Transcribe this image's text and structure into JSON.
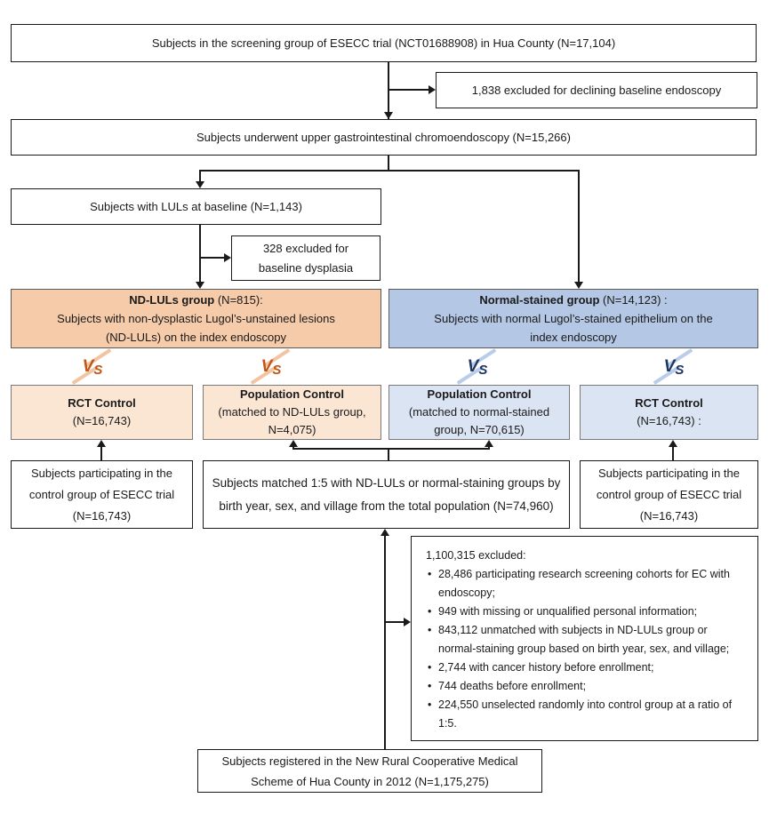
{
  "title": "ESECC trial subject flow diagram",
  "colors": {
    "nd_luls_group_fill": "#f6cbaa",
    "nd_luls_control_fill": "#fbe6d4",
    "normal_group_fill": "#b4c7e4",
    "normal_control_fill": "#dbe4f2",
    "vs_orange": "#c05717",
    "vs_blue": "#1e3660",
    "line": "#1a1a1a"
  },
  "vs": {
    "v": "V",
    "s": "S"
  },
  "flow": {
    "screening": {
      "text": "Subjects in the screening group of ESECC trial (NCT01688908) in Hua County (N=17,104)"
    },
    "excluded_baseline": {
      "text": "1,838 excluded for declining baseline endoscopy"
    },
    "chromoendoscopy": {
      "text": "Subjects underwent upper gastrointestinal chromoendoscopy (N=15,266)"
    },
    "luls": {
      "text": "Subjects with LULs at baseline (N=1,143)"
    },
    "excluded_dysplasia": {
      "line1": "328 excluded for",
      "line2": "baseline dysplasia"
    },
    "ndluls_group": {
      "title": "ND-LULs group",
      "title_suffix": " (N=815):",
      "line2": "Subjects with non-dysplastic Lugol’s-unstained lesions",
      "line3": "(ND-LULs) on the index endoscopy"
    },
    "normal_group": {
      "title": "Normal-stained group",
      "title_suffix": " (N=14,123) :",
      "line2": "Subjects with normal Lugol’s-stained epithelium on the",
      "line3": "index endoscopy"
    },
    "rct_control_left": {
      "title": "RCT Control",
      "line2": "(N=16,743)"
    },
    "population_control_left": {
      "title": "Population Control",
      "line2": "(matched to ND-LULs group,",
      "line3": "N=4,075)"
    },
    "population_control_right": {
      "title": "Population Control",
      "line2": "(matched to normal-stained",
      "line3": "group, N=70,615)"
    },
    "rct_control_right": {
      "title": "RCT Control",
      "line2": "(N=16,743) :"
    },
    "esecc_control_left": {
      "line1": "Subjects participating in the",
      "line2": "control group of ESECC trial",
      "line3": "(N=16,743)"
    },
    "matched": {
      "line1": "Subjects matched 1:5 with ND-LULs or normal-staining groups by",
      "line2": "birth year, sex, and village from the total population (N=74,960)"
    },
    "esecc_control_right": {
      "line1": "Subjects participating in the",
      "line2": "control group of ESECC trial",
      "line3": "(N=16,743)"
    },
    "exclusion": {
      "header": "1,100,315 excluded:",
      "items": [
        "28,486 participating research screening cohorts for EC with endoscopy;",
        "949 with missing or unqualified personal information;",
        "843,112 unmatched with subjects in ND-LULs group or normal-staining group based on birth year, sex, and village;",
        "2,744 with cancer history before enrollment;",
        "744 deaths before enrollment;",
        "224,550 unselected randomly into control group at a ratio of 1:5."
      ]
    },
    "registry": {
      "line1": "Subjects registered in the New Rural Cooperative Medical",
      "line2": "Scheme of Hua County in 2012 (N=1,175,275)"
    }
  }
}
